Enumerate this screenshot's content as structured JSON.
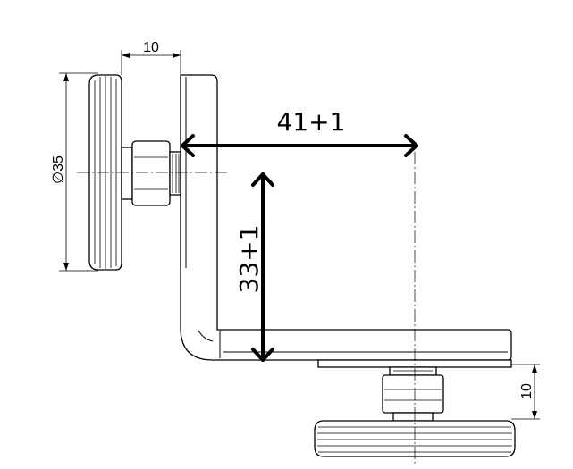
{
  "dimensions": {
    "top_width": "10",
    "diameter": "∅35",
    "right_height": "10",
    "horizontal_span": "41+1",
    "vertical_span": "33+1"
  }
}
